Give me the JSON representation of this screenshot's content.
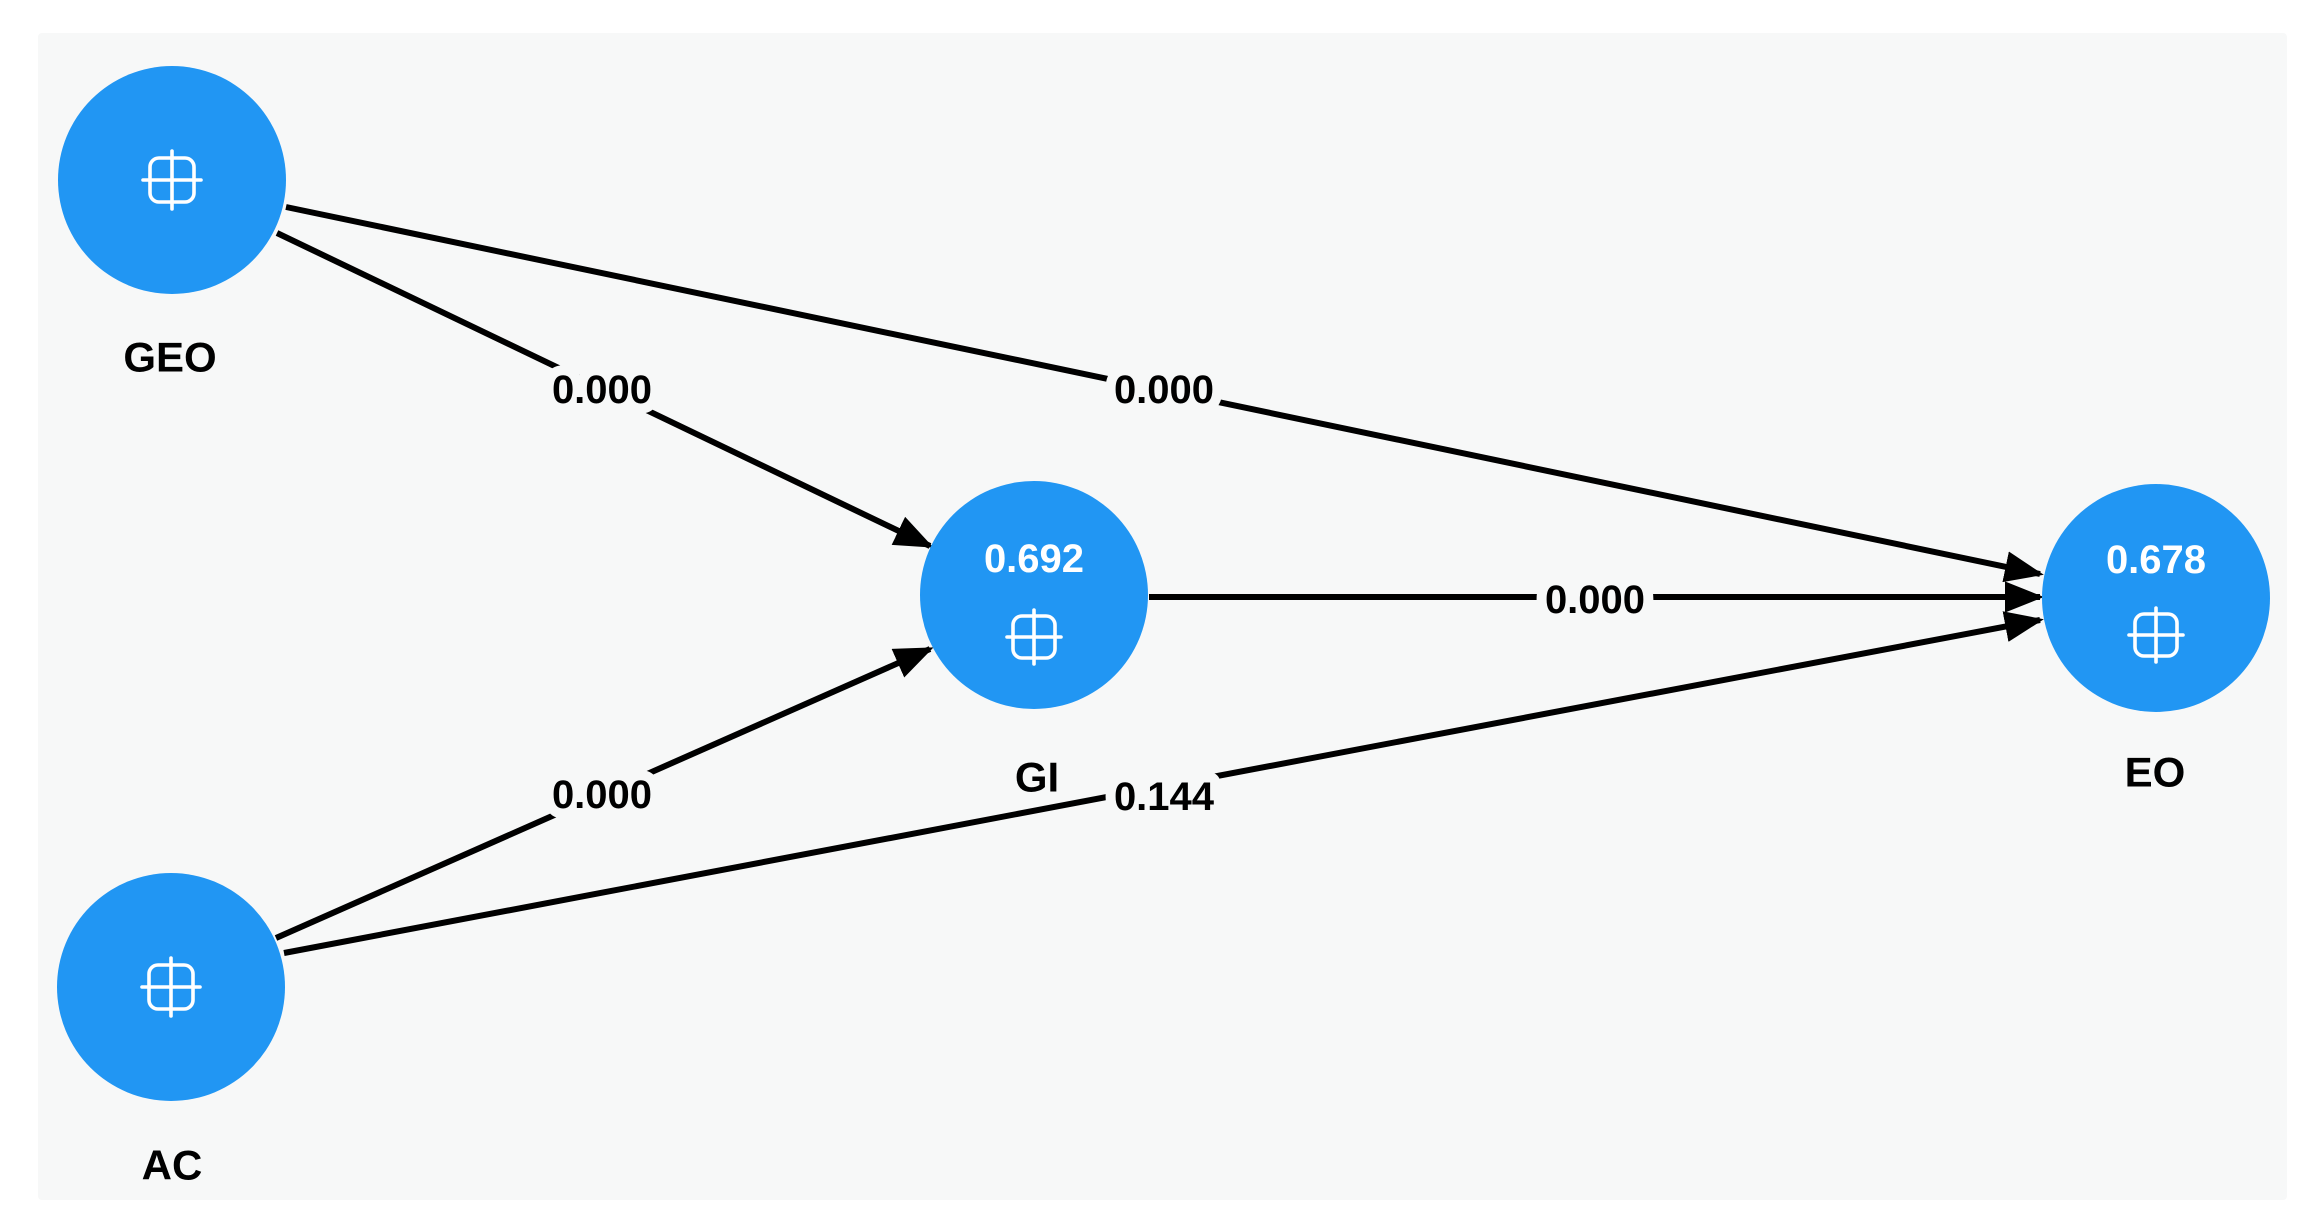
{
  "diagram": {
    "type": "sem-path-model",
    "colors": {
      "node_fill": "#2196f3",
      "canvas_background": "#f7f8f8",
      "edge_stroke": "#000000",
      "node_value_text": "#ffffff",
      "label_text": "#000000"
    },
    "nodes": [
      {
        "id": "GEO",
        "label": "GEO"
      },
      {
        "id": "AC",
        "label": "AC"
      },
      {
        "id": "GI",
        "label": "GI",
        "value": "0.692"
      },
      {
        "id": "EO",
        "label": "EO",
        "value": "0.678"
      }
    ],
    "edges": [
      {
        "from": "GEO",
        "to": "GI",
        "label": "0.000"
      },
      {
        "from": "GEO",
        "to": "EO",
        "label": "0.000"
      },
      {
        "from": "AC",
        "to": "GI",
        "label": "0.000"
      },
      {
        "from": "AC",
        "to": "EO",
        "label": "0.144"
      },
      {
        "from": "GI",
        "to": "EO",
        "label": "0.000"
      }
    ],
    "icons": {
      "expand": "plus-in-rounded-square"
    }
  }
}
